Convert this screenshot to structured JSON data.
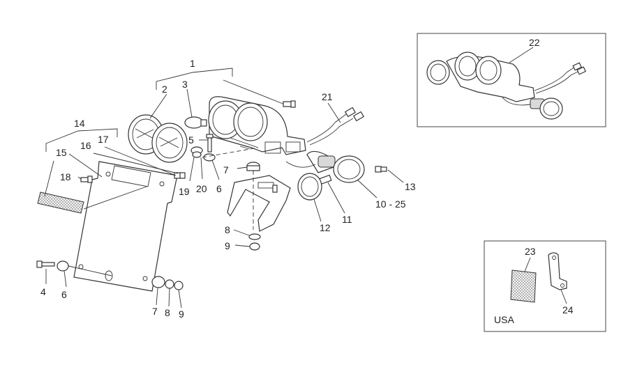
{
  "callouts": {
    "c1": "1",
    "c2": "2",
    "c3": "3",
    "c4": "4",
    "c5": "5",
    "c6a": "6",
    "c6b": "6",
    "c7a": "7",
    "c7b": "7",
    "c8a": "8",
    "c8b": "8",
    "c9a": "9",
    "c9b": "9",
    "c10": "10 - 25",
    "c11": "11",
    "c12": "12",
    "c13": "13",
    "c14": "14",
    "c15": "15",
    "c16": "16",
    "c17": "17",
    "c18": "18",
    "c19": "19",
    "c20": "20",
    "c21": "21",
    "c22": "22",
    "c23": "23",
    "c24": "24"
  },
  "usa_box": {
    "label": "USA"
  }
}
